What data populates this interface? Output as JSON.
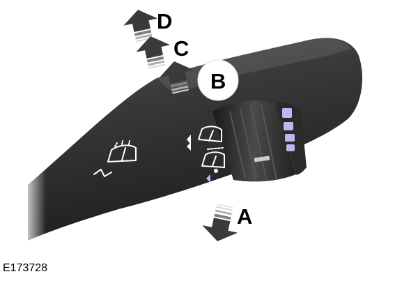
{
  "labels": {
    "a": "A",
    "b": "B",
    "c": "C",
    "d": "D"
  },
  "figure_code": "E173728",
  "colors": {
    "stalk_dark": "#262626",
    "stalk_mid": "#3d3d3d",
    "stalk_light": "#6a6a6a",
    "symbol_white": "#ffffff",
    "ring_indicator": "#b9b9f0",
    "arrow_dark": "#3a3a3a"
  },
  "icons": [
    "wiper-stalk",
    "rotary-control",
    "front-wiper-icon",
    "washer-icon",
    "rear-wiper-icon",
    "interval-wiper-icon",
    "arrow-up-icon",
    "arrow-down-icon"
  ]
}
